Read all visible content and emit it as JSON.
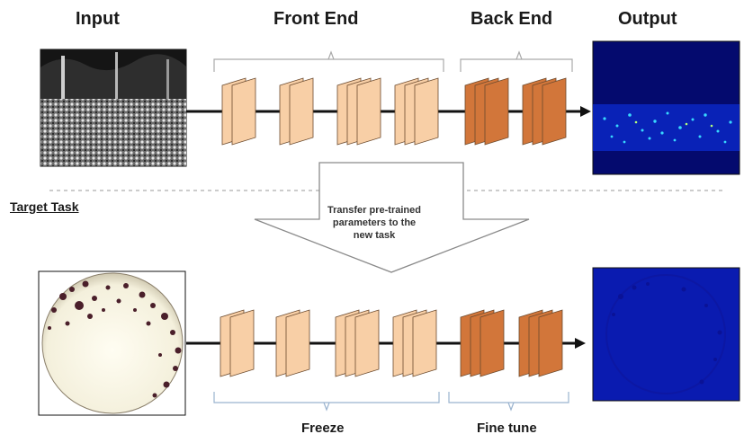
{
  "labels": {
    "input": "Input",
    "front_end": "Front End",
    "back_end": "Back End",
    "output": "Output",
    "target_task": "Target Task",
    "transfer_note": "Transfer pre-trained parameters to the new task",
    "freeze": "Freeze",
    "fine_tune": "Fine tune"
  },
  "colors": {
    "front_end_layer": "#F8CFA6",
    "back_end_layer": "#D2763A",
    "output_background": "#0A1BB0",
    "bracket": "#9ab3cf"
  },
  "pipelines": [
    {
      "name": "source-task",
      "front_end_group_sizes": [
        2,
        2,
        3,
        3
      ],
      "back_end_group_sizes": [
        3,
        3
      ]
    },
    {
      "name": "target-task",
      "front_end_group_sizes": [
        2,
        2,
        3,
        3
      ],
      "back_end_group_sizes": [
        3,
        3
      ]
    }
  ]
}
